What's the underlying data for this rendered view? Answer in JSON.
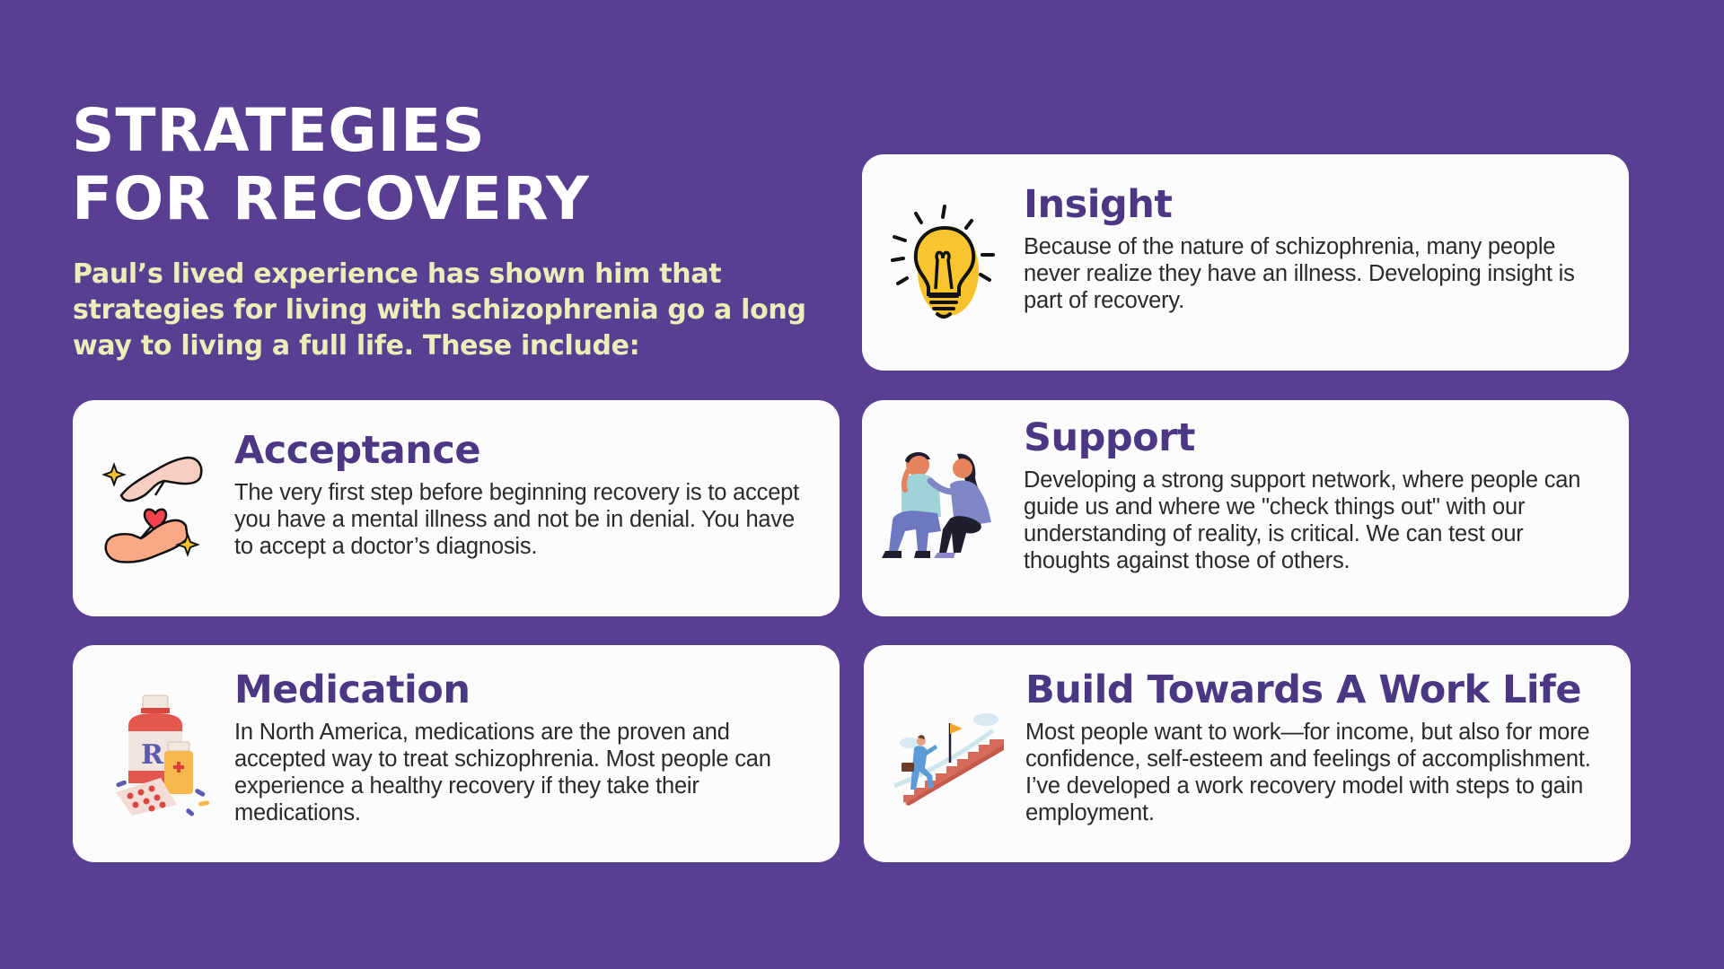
{
  "colors": {
    "background": "#583F92",
    "title": "#FFFFFF",
    "subtitle": "#ECEDB8",
    "card_background": "#FCFCFD",
    "card_heading": "#4B3783",
    "card_body": "#2A2A2A"
  },
  "header": {
    "title_line1": "STRATEGIES",
    "title_line2": "FOR RECOVERY",
    "subtitle": "Paul’s lived experience has shown him that strategies for living with schizophrenia go a long way to living a full life. These include:"
  },
  "cards": {
    "insight": {
      "icon": "lightbulb-icon",
      "heading": "Insight",
      "body": "Because of the nature of schizophrenia, many people never realize they have an illness. Developing insight is part of recovery."
    },
    "acceptance": {
      "icon": "caring-hands-heart-icon",
      "heading": "Acceptance",
      "body": "The very first step before beginning recovery is to accept you have a mental illness and not be in denial. You have to accept a doctor’s diagnosis."
    },
    "support": {
      "icon": "two-people-comforting-icon",
      "heading": "Support",
      "body": "Developing a strong support network, where people can guide us and where we \"check things out\" with our understanding of reality, is critical. We can test our thoughts against those of others."
    },
    "medication": {
      "icon": "medication-bottles-pills-icon",
      "heading": "Medication",
      "body": "In North America, medications are the proven and accepted way to treat schizophrenia. Most people can experience a healthy recovery if they take their medications."
    },
    "work": {
      "icon": "climbing-stairs-flag-icon",
      "heading": "Build Towards A Work Life",
      "body": "Most people want to work—for income, but also for more confidence, self-esteem and feelings of accomplishment. I’ve developed a work recovery model with steps to gain employment."
    }
  }
}
